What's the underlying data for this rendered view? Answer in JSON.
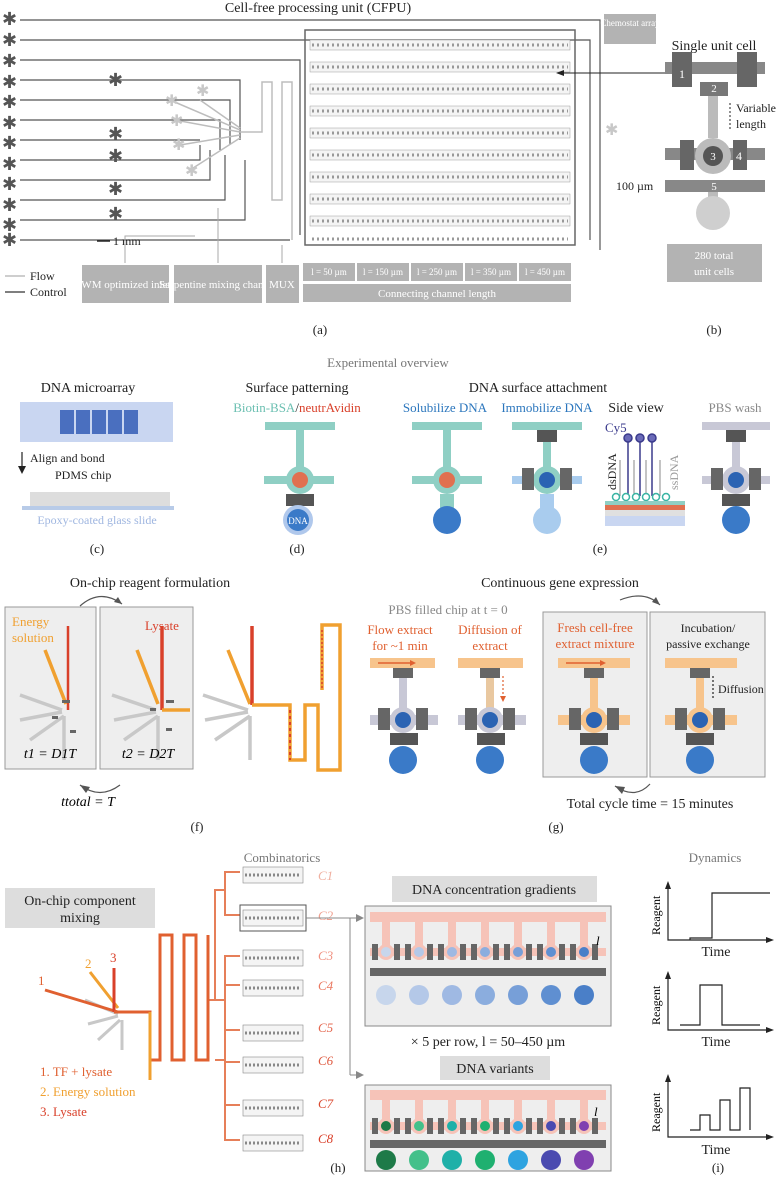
{
  "colors": {
    "flow": "#bdbdbd",
    "control": "#555555",
    "teal": "#8fcfc4",
    "blue": "#3a7ac8",
    "light_blue": "#a9ccee",
    "orange": "#f0a030",
    "red": "#d9402a",
    "gray_box": "#b3b3b3",
    "dark_gray": "#666666"
  },
  "panel_a": {
    "title": "Cell-free processing unit (CFPU)",
    "chemostat": "Chemostat array",
    "scale_bar": "1 mm",
    "legend_flow": "Flow",
    "legend_control": "Control",
    "box_pwm": "PWM optimized inlets",
    "box_serpentine": "Serpentine mixing channel",
    "box_mux": "MUX",
    "lengths": [
      "l = 50 µm",
      "l = 150 µm",
      "l = 250 µm",
      "l = 350 µm",
      "l = 450 µm"
    ],
    "connecting": "Connecting channel length",
    "label": "(a)"
  },
  "panel_b": {
    "title": "Single unit cell",
    "n1": "1",
    "n2": "2",
    "n3": "3",
    "n4": "4",
    "n5": "5",
    "variable": "Variable",
    "length": "length",
    "size": "100 µm",
    "total1": "280 total",
    "total2": "unit cells",
    "label": "(b)"
  },
  "overview": "Experimental overview",
  "panel_c": {
    "title": "DNA microarray",
    "align1": "Align and bond",
    "align2": "PDMS chip",
    "slide": "Epoxy-coated glass slide",
    "label": "(c)"
  },
  "panel_d": {
    "title": "Surface patterning",
    "biotin": "Biotin-BSA",
    "slash": "/",
    "neutravidin": "neutrAvidin",
    "dna": "DNA",
    "label": "(d)"
  },
  "panel_e": {
    "title": "DNA surface attachment",
    "solubilize": "Solubilize DNA",
    "immobilize": "Immobilize DNA",
    "side_view": "Side view",
    "pbs_wash": "PBS wash",
    "cy5": "Cy5",
    "dsdna": "dsDNA",
    "ssdna": "ssDNA",
    "label": "(e)"
  },
  "panel_f": {
    "title": "On-chip reagent formulation",
    "energy1": "Energy",
    "energy2": "solution",
    "lysate": "Lysate",
    "t1": "t1 = D1T",
    "t2": "t2 = D2T",
    "ttotal": "ttotal = T",
    "label": "(f)"
  },
  "panel_g": {
    "title": "Continuous gene expression",
    "pbs": "PBS filled chip at t = 0",
    "flow1": "Flow extract",
    "flow2": "for ~1 min",
    "diff1": "Diffusion of",
    "diff2": "extract",
    "fresh1": "Fresh cell-free",
    "fresh2": "extract mixture",
    "incub1": "Incubation/",
    "incub2": "passive exchange",
    "diffusion": "Diffusion",
    "cycle": "Total cycle time = 15 minutes",
    "label": "(g)"
  },
  "panel_h": {
    "combinatorics": "Combinatorics",
    "mixing1": "On-chip component",
    "mixing2": "mixing",
    "n1": "1",
    "n2": "2",
    "n3": "3",
    "legend": [
      "1. TF + lysate",
      "2. Energy solution",
      "3. Lysate"
    ],
    "conc_title": "DNA concentration gradients",
    "per_row": "× 5 per row, l = 50–450 µm",
    "variants_title": "DNA variants",
    "l": "l",
    "c_labels": [
      "C1",
      "C2",
      "C3",
      "C4",
      "C5",
      "C6",
      "C7",
      "C8"
    ],
    "label": "(h)"
  },
  "panel_i": {
    "title": "Dynamics",
    "reagent": "Reagent",
    "time": "Time",
    "label": "(i)"
  }
}
